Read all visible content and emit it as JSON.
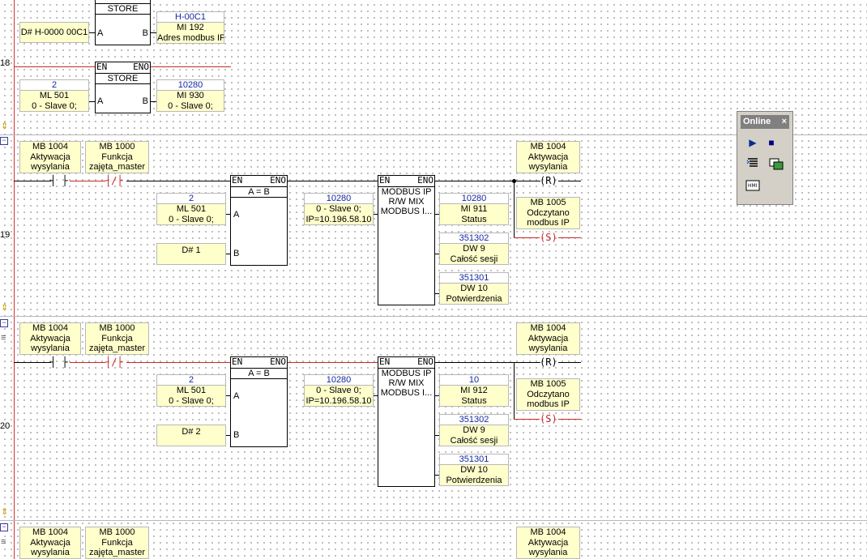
{
  "rungs": [
    {
      "id": "18",
      "label": "18"
    },
    {
      "id": "19",
      "label": "19"
    },
    {
      "id": "20",
      "label": "20"
    }
  ],
  "store_block": {
    "en": "EN",
    "eno": "ENO",
    "title": "STORE",
    "pin_a": "A",
    "pin_b": "B"
  },
  "compare_block": {
    "en": "EN",
    "eno": "ENO",
    "title": "A = B",
    "pin_a": "A",
    "pin_b": "B"
  },
  "modbus_block": {
    "en": "EN",
    "eno": "ENO",
    "lines": [
      "MODBUS IP",
      "R/W MIX",
      "MODBUS I..."
    ]
  },
  "rung17": {
    "in_const": "D# H-0000 00C1",
    "out_var": {
      "value": "H-00C1",
      "name": "MI 192",
      "desc": "Adres modbus IP"
    }
  },
  "rung18": {
    "in_var": {
      "value": "2",
      "name": "ML 501",
      "desc": "0 - Slave 0;"
    },
    "out_var": {
      "value": "10280",
      "name": "MI 930",
      "desc": "0 - Slave 0;"
    }
  },
  "contacts": {
    "mb1004": {
      "name": "MB 1004",
      "desc1": "Aktywacja",
      "desc2": "wysylania"
    },
    "mb1000": {
      "name": "MB 1000",
      "desc1": "Funkcja",
      "desc2": "zajęta_master"
    },
    "mb1005": {
      "name": "MB 1005",
      "desc1": "Odczytano",
      "desc2": "modbus IP"
    }
  },
  "rung19": {
    "cmp_a": {
      "value": "2",
      "name": "ML 501",
      "desc": "0 - Slave 0;"
    },
    "cmp_b": "D# 1",
    "ip_var": {
      "value": "10280",
      "name": "0 - Slave 0;",
      "desc": "IP=10.196.58.10"
    },
    "status": {
      "value": "10280",
      "name": "MI 911",
      "desc": "Status"
    },
    "sess": {
      "value": "351302",
      "name": "DW 9",
      "desc": "Całość sesji"
    },
    "conf": {
      "value": "351301",
      "name": "DW 10",
      "desc": "Potwierdzenia"
    }
  },
  "rung20": {
    "cmp_a": {
      "value": "2",
      "name": "ML 501",
      "desc": "0 - Slave 0;"
    },
    "cmp_b": "D# 2",
    "ip_var": {
      "value": "10280",
      "name": "0 - Slave 0;",
      "desc": "IP=10.196.58.10"
    },
    "status": {
      "value": "10",
      "name": "MI 912",
      "desc": "Status"
    },
    "sess": {
      "value": "351302",
      "name": "DW 9",
      "desc": "Całość sesji"
    },
    "conf": {
      "value": "351301",
      "name": "DW 10",
      "desc": "Potwierdzenia"
    }
  },
  "coils": {
    "reset": "(R)",
    "set": "(S)"
  },
  "contact_symbols": {
    "no": "┤ ├",
    "nc": "┤/├"
  },
  "online_panel": {
    "title": "Online",
    "close": "×",
    "play": "▶",
    "stop": "■"
  },
  "colors": {
    "rail": "#d23030",
    "wire": "#000000",
    "var_bg": "#ffffcc",
    "value_text": "#1428a0",
    "set_coil": "#c82828"
  }
}
